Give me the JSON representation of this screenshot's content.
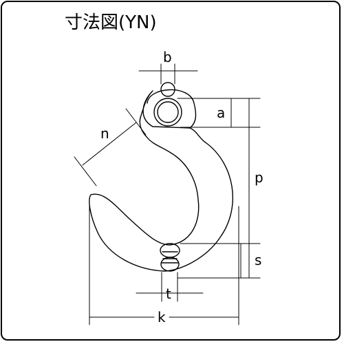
{
  "title": "寸法図(YN)",
  "labels": {
    "b": "b",
    "a": "a",
    "n": "n",
    "p": "p",
    "s": "s",
    "t": "t",
    "k": "k"
  }
}
